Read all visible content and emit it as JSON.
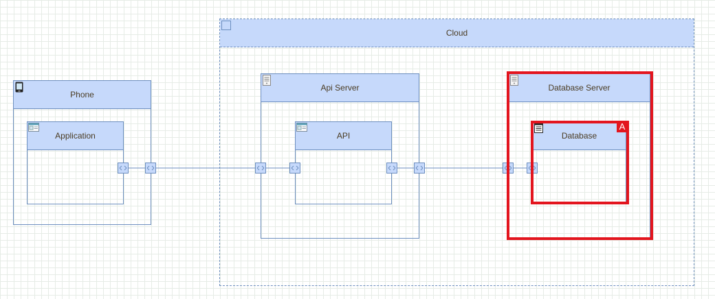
{
  "diagram": {
    "cloud": {
      "label": "Cloud"
    },
    "phone": {
      "label": "Phone"
    },
    "application": {
      "label": "Application"
    },
    "api_server": {
      "label": "Api Server"
    },
    "api": {
      "label": "API"
    },
    "database_server": {
      "label": "Database Server"
    },
    "database": {
      "label": "Database"
    },
    "selection_badge": "A"
  },
  "colors": {
    "fill": "#c6d9fb",
    "stroke": "#6c8ebf",
    "selection": "#e3151e"
  }
}
